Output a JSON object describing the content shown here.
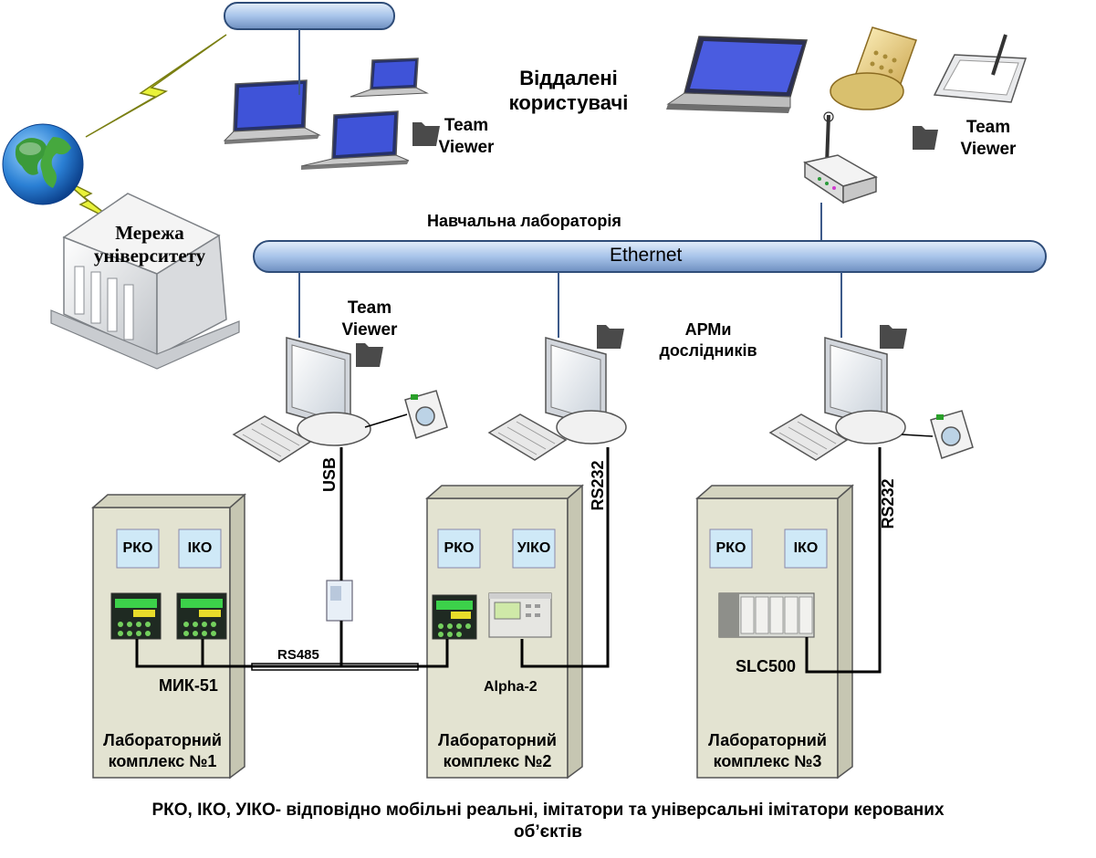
{
  "title_remote_users": [
    "Віддалені",
    "користувачі"
  ],
  "teamviewer": [
    "Team",
    "Viewer"
  ],
  "university_network": [
    "Мережа",
    "університету"
  ],
  "training_lab": "Навчальна лабораторія",
  "ethernet": "Ethernet",
  "researchers": [
    "АРМи",
    "дослідників"
  ],
  "connections": {
    "usb": "USB",
    "rs232": "RS232",
    "rs485": "RS485"
  },
  "complexes": [
    {
      "boxes": [
        "РКО",
        "ІКО"
      ],
      "controller": "МИК-51",
      "name": [
        "Лабораторний",
        "комплекс №1"
      ]
    },
    {
      "boxes": [
        "РКО",
        "УІКО"
      ],
      "controller": "Alpha-2",
      "name": [
        "Лабораторний",
        "комплекс №2"
      ]
    },
    {
      "boxes": [
        "РКО",
        "ІКО"
      ],
      "controller": "SLC500",
      "name": [
        "Лабораторний",
        "комплекс №3"
      ]
    }
  ],
  "footnote": [
    "РКО, ІКО, УІКО- відповідно мобільні реальні, імітатори та універсальні імітатори керованих",
    "об’єктів"
  ],
  "colors": {
    "bus": "#b9d0ee",
    "bus_stroke": "#2f4d79",
    "panel": "#e3e3d1",
    "box": "#cfe9f7",
    "line": "#000000",
    "link": "#3d5a8a",
    "lightning": "#e9f23a"
  }
}
